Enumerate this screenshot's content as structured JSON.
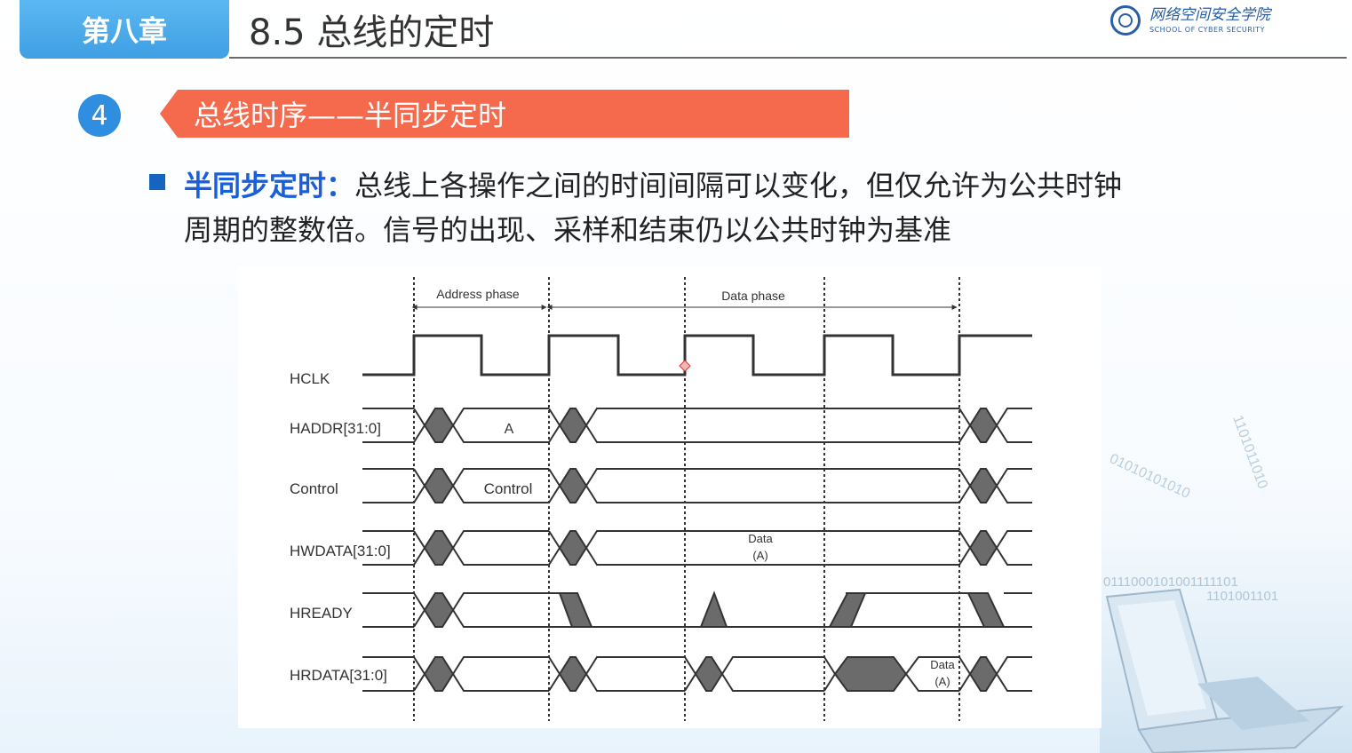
{
  "header": {
    "chapter": "第八章",
    "section_title": "8.5 总线的定时",
    "logo_cn": "网络空间安全学院",
    "logo_en": "SCHOOL OF CYBER SECURITY"
  },
  "topic": {
    "number": "4",
    "banner": "总线时序——半同步定时"
  },
  "content": {
    "term": "半同步定时：",
    "text": "总线上各操作之间的时间间隔可以变化，但仅允许为公共时钟周期的整数倍。信号的出现、采样和结束仍以公共时钟为基准"
  },
  "diagram": {
    "phases": [
      "Address phase",
      "Data phase"
    ],
    "signals": [
      "HCLK",
      "HADDR[31:0]",
      "Control",
      "HWDATA[31:0]",
      "HREADY",
      "HRDATA[31:0]"
    ],
    "labels": {
      "haddr": "A",
      "control": "Control",
      "hwdata_1": "Data",
      "hwdata_2": "(A)",
      "hrdata_1": "Data",
      "hrdata_2": "(A)"
    }
  },
  "decor": {
    "binary_1": "01010101010",
    "binary_2": "1101011010",
    "binary_3": "0111000101001111101",
    "binary_4": "1101001101"
  },
  "colors": {
    "chapter_tab": "#4aa8ec",
    "banner": "#f5694d",
    "badge": "#2f8ee0",
    "term": "#1a5fd8",
    "waveform_fill": "#6b6b6b"
  }
}
